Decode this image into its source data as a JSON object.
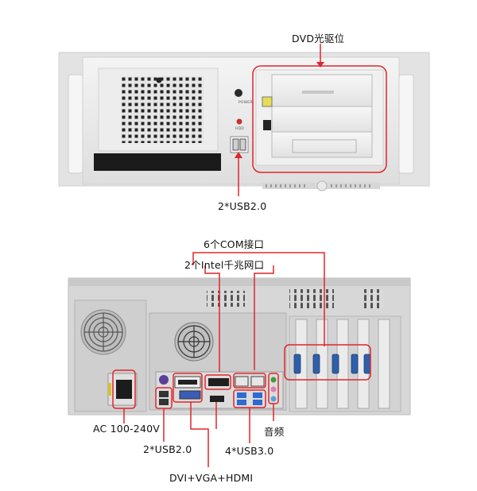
{
  "front_panel": {
    "power_label": "POWER",
    "hdd_label": "HDD"
  },
  "callouts": {
    "dvd": "DVD光驱位",
    "front_usb": "2*USB2.0",
    "com": "6个COM接口",
    "lan": "2个Intel千兆网口",
    "ac": "AC 100-240V",
    "rear_usb2": "2*USB2.0",
    "usb3": "4*USB3.0",
    "audio": "音频",
    "display": "DVI+VGA+HDMI"
  },
  "colors": {
    "callout_red": "#e0262b",
    "chassis": "#ececec",
    "com_port_blue": "#2f5fa8"
  }
}
